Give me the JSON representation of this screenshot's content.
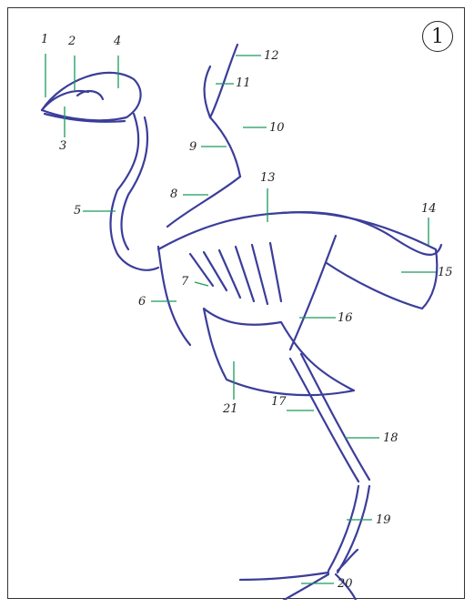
{
  "panel_number": "1",
  "labels": [
    "1",
    "2",
    "3",
    "4",
    "5",
    "6",
    "7",
    "8",
    "9",
    "10",
    "11",
    "12",
    "13",
    "14",
    "15",
    "16",
    "17",
    "18",
    "19",
    "20",
    "21"
  ],
  "colors": {
    "bone": "#3b3d9a",
    "leader": "#1a9a5a",
    "text": "#222222",
    "frame": "#333333"
  }
}
